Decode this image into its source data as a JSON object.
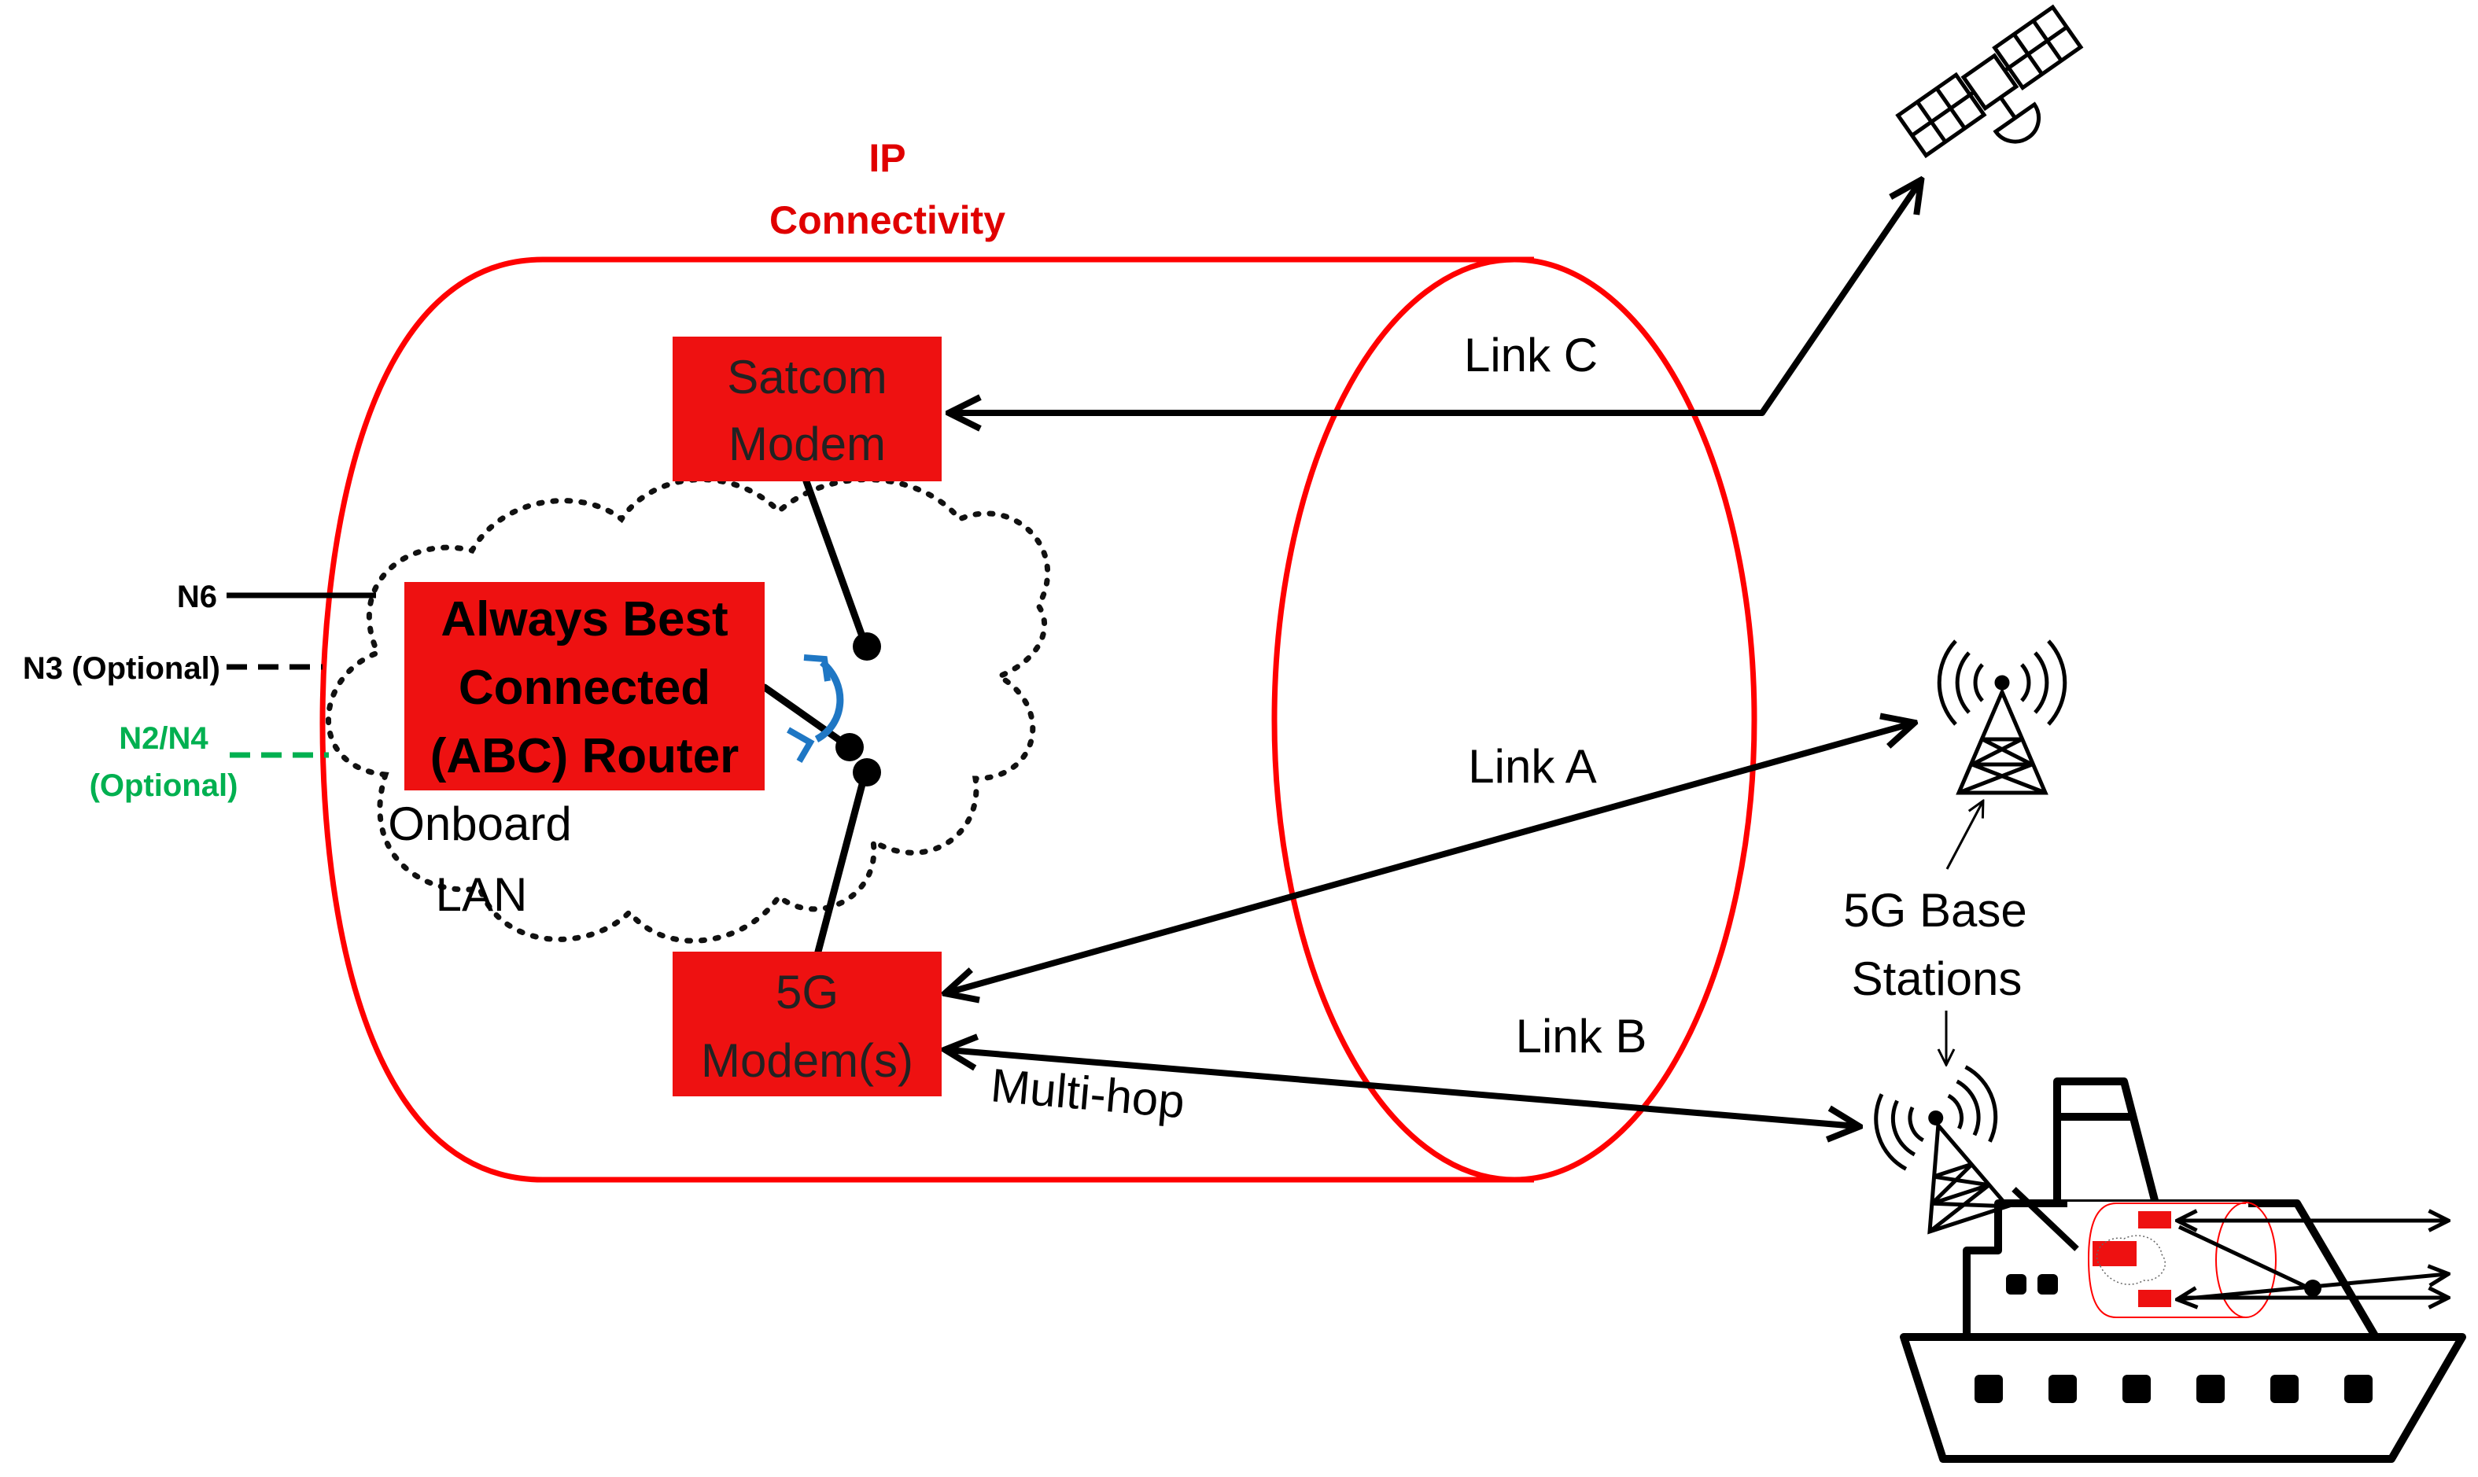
{
  "colors": {
    "accent_red": "#ff0000",
    "box_fill": "#ee1111",
    "optional_green": "#00b050",
    "rotate_arrow_blue": "#1f77c4",
    "line_black": "#000000"
  },
  "ip_connectivity": {
    "line1": "IP",
    "line2": "Connectivity"
  },
  "satcom_modem": {
    "line1": "Satcom",
    "line2": "Modem"
  },
  "abc_router": {
    "line1": "Always Best",
    "line2": "Connected",
    "line3": "(ABC) Router"
  },
  "fiveg_modem": {
    "line1": "5G",
    "line2": "Modem(s)"
  },
  "onboard_lan": {
    "line1": "Onboard",
    "line2": "LAN"
  },
  "interfaces": {
    "n6": "N6",
    "n3": "N3 (Optional)",
    "n2n4_line1": "N2/N4",
    "n2n4_line2": "(Optional)"
  },
  "links": {
    "link_c": "Link C",
    "link_a": "Link A",
    "link_b": "Link B",
    "multi_hop": "Multi-hop"
  },
  "base_stations": {
    "line1": "5G Base",
    "line2": "Stations"
  },
  "icons": [
    "satellite-icon",
    "cell-tower-icon",
    "ship-icon",
    "rotate-arrow-icon"
  ]
}
